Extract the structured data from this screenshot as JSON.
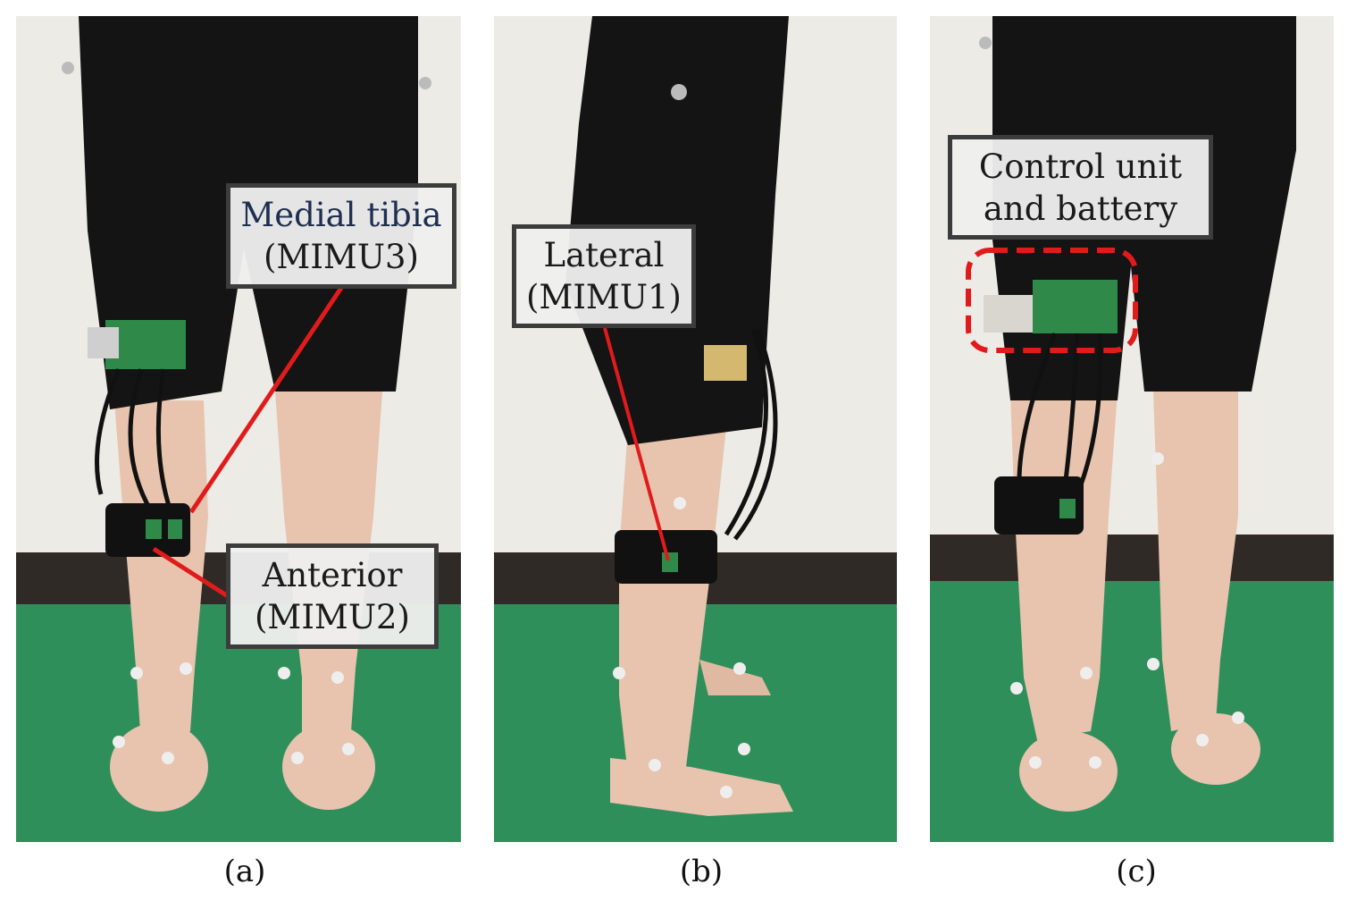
{
  "panels": [
    {
      "caption": "(a)",
      "callouts": [
        {
          "line1": "Medial tibia",
          "line2": "(MIMU3)",
          "line1_color": "#1f2f4f"
        },
        {
          "line1": "Anterior",
          "line2": "(MIMU2)",
          "line1_color": "#1a1a1a"
        }
      ]
    },
    {
      "caption": "(b)",
      "callouts": [
        {
          "line1": "Lateral",
          "line2": "(MIMU1)",
          "line1_color": "#1a1a1a"
        }
      ]
    },
    {
      "caption": "(c)",
      "callouts": [
        {
          "line1": "Control unit",
          "line2": "and battery",
          "line1_color": "#1a1a1a"
        }
      ]
    }
  ],
  "colors": {
    "wall": "#ecebe6",
    "floor": "#2f8f5a",
    "baseboard": "#2f2a26",
    "garment": "#141414",
    "skin": "#e8c3ad",
    "leader_line": "#e11b1b",
    "highlight_box": "#e11b1b",
    "pcb": "#2f8a4a"
  }
}
